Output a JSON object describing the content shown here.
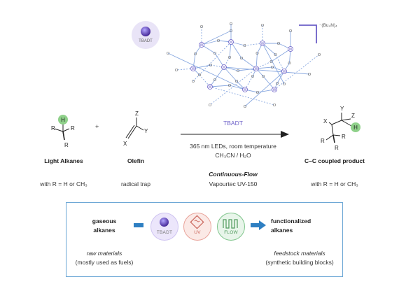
{
  "catalyst": {
    "badge_label": "TBADT",
    "counter_ion": "⁻(Bu₄N)₄",
    "atom_O": "O",
    "atom_W": "W"
  },
  "substrates": {
    "alkane_atoms": {
      "h": "H",
      "r": "R"
    },
    "olefin_atoms": {
      "z": "Z",
      "y": "Y",
      "x": "X"
    },
    "plus": "+"
  },
  "labels": {
    "light_alkanes": "Light Alkanes",
    "light_alkanes_note": "with R = H or CH₃",
    "olefin": "Olefin",
    "olefin_note": "radical trap",
    "product": "C–C coupled product",
    "product_note": "with R = H or CH₃"
  },
  "conditions": {
    "catalyst": "TBADT",
    "light": "365 nm LEDs, room temperature",
    "solvent": "CH₃CN / H₂O",
    "mode": "Continuous-Flow",
    "reactor": "Vapourtec UV-150"
  },
  "summary_box": {
    "left_title_1": "gaseous",
    "left_title_2": "alkanes",
    "left_sub_1": "raw materials",
    "left_sub_2": "(mostly used as fuels)",
    "icon_tbadt": "TBADT",
    "icon_uv": "UV",
    "icon_flow": "FLOW",
    "right_title_1": "functionalized",
    "right_title_2": "alkanes",
    "right_sub_1": "feedstock materials",
    "right_sub_2": "(synthetic building blocks)"
  },
  "colors": {
    "accent_purple": "#6b5fc7",
    "cage_blue": "#8aa9e0",
    "green_h": "#8fd18a",
    "uv_red": "#e9a39a",
    "flow_green": "#7fc58b",
    "box_border": "#6ea8d6",
    "arrow_blue": "#2e7fc2"
  }
}
